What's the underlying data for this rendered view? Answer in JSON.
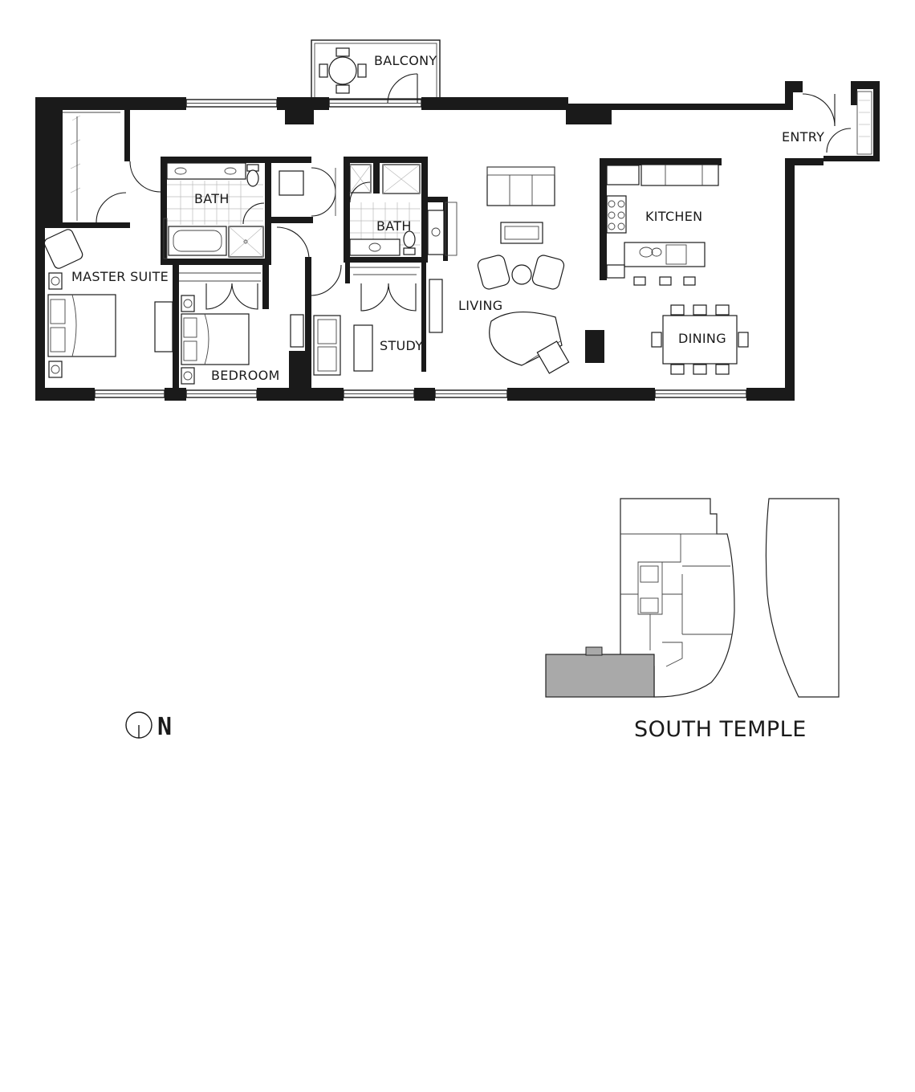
{
  "rooms": {
    "balcony": "BALCONY",
    "entry": "ENTRY",
    "bath_master": "BATH",
    "bath_second": "BATH",
    "kitchen": "KITCHEN",
    "master_suite": "MASTER SUITE",
    "living": "LIVING",
    "study": "STUDY",
    "bedroom": "BEDROOM",
    "dining": "DINING"
  },
  "compass": {
    "label": "N",
    "icon": "north-arrow-icon"
  },
  "site_plan": {
    "street_label": "SOUTH TEMPLE",
    "highlight_color": "#a9a9a9"
  },
  "colors": {
    "wall": "#1a1a1a",
    "background": "#ffffff"
  }
}
